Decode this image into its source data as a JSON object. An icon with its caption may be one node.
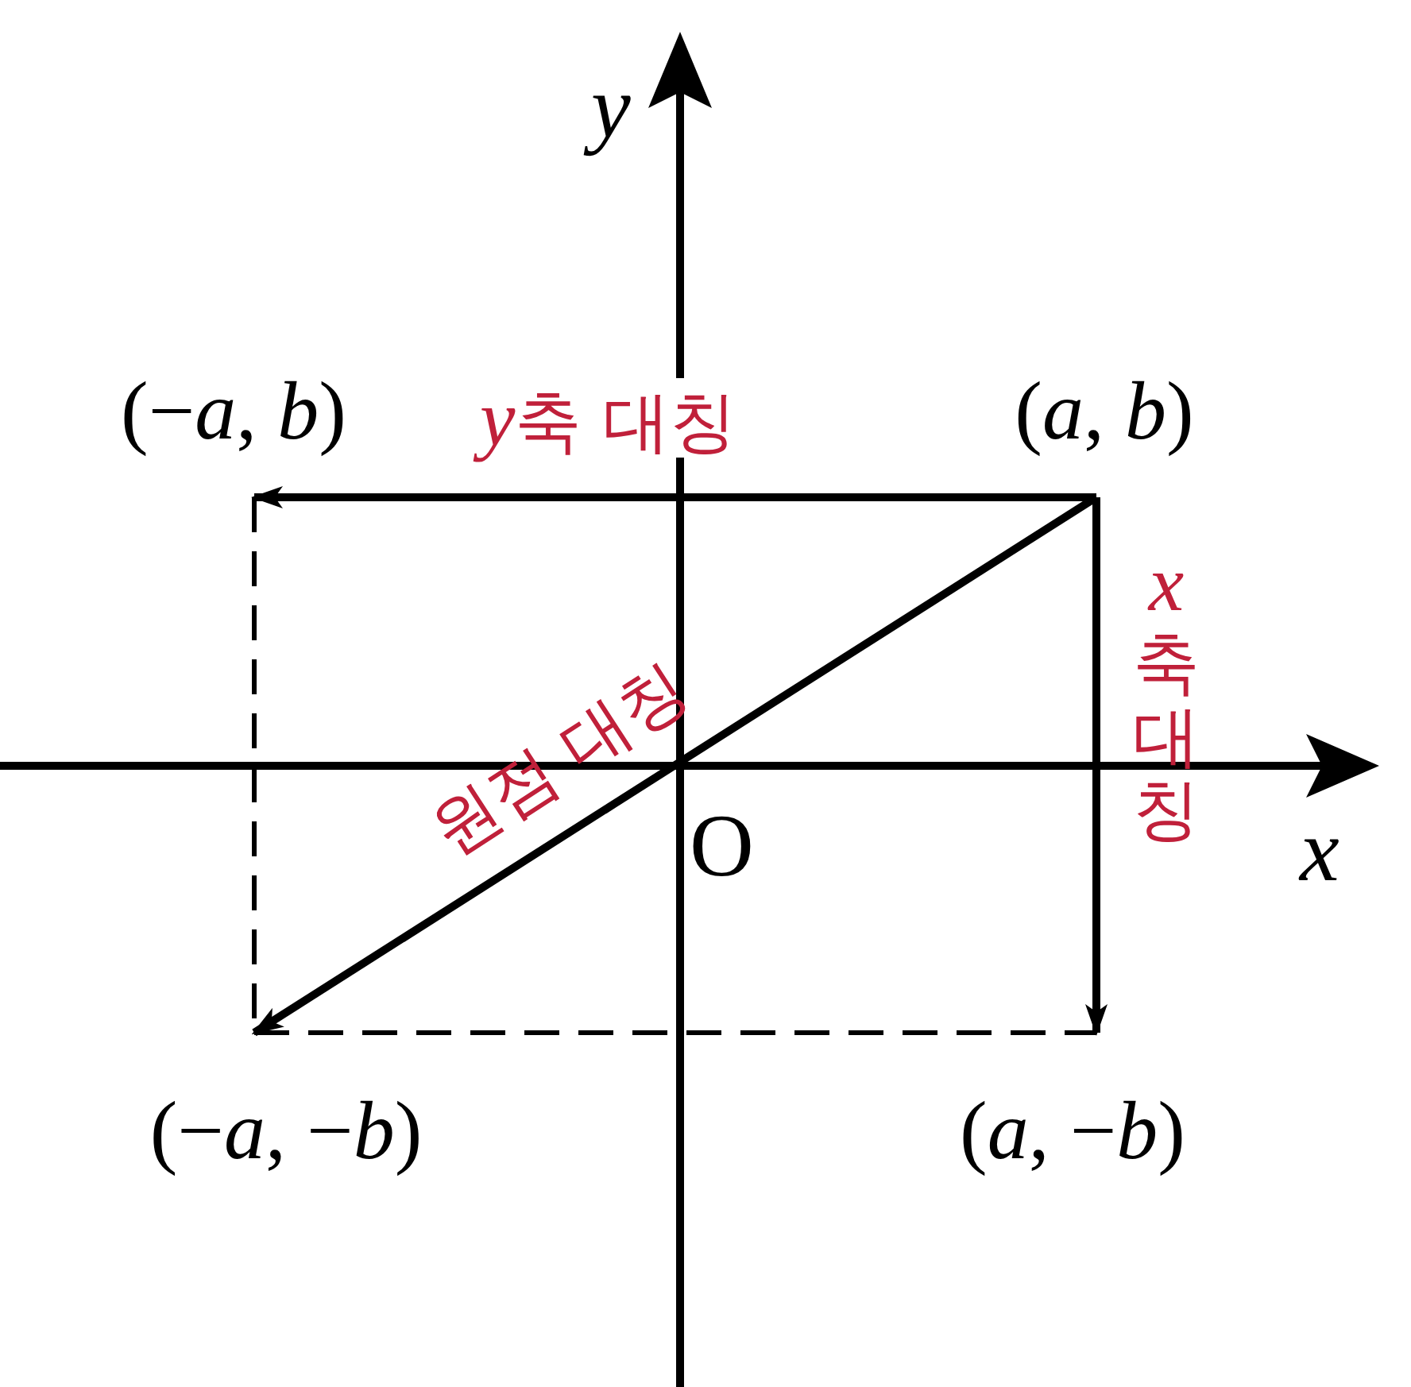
{
  "diagram": {
    "nodes": [
      {
        "text": [
          "(a, b)"
        ]
      },
      {
        "text": [
          "(−a, b)"
        ]
      },
      {
        "text": [
          "(a, −b)"
        ]
      },
      {
        "text": [
          "(−a, −b)"
        ]
      }
    ],
    "edges": [
      {
        "from": 0,
        "to": 1,
        "arrow": "to",
        "label": "y축 대칭"
      },
      {
        "from": 0,
        "to": 2,
        "arrow": "to",
        "label": "x축 대칭"
      },
      {
        "from": 0,
        "to": 3,
        "arrow": "to",
        "label": "원점 대칭"
      },
      {
        "from": 1,
        "to": 3,
        "arrow": "none",
        "style": "dashed"
      },
      {
        "from": 3,
        "to": 2,
        "arrow": "none",
        "style": "dashed"
      }
    ],
    "labels": [
      "y",
      "x",
      "O"
    ]
  }
}
